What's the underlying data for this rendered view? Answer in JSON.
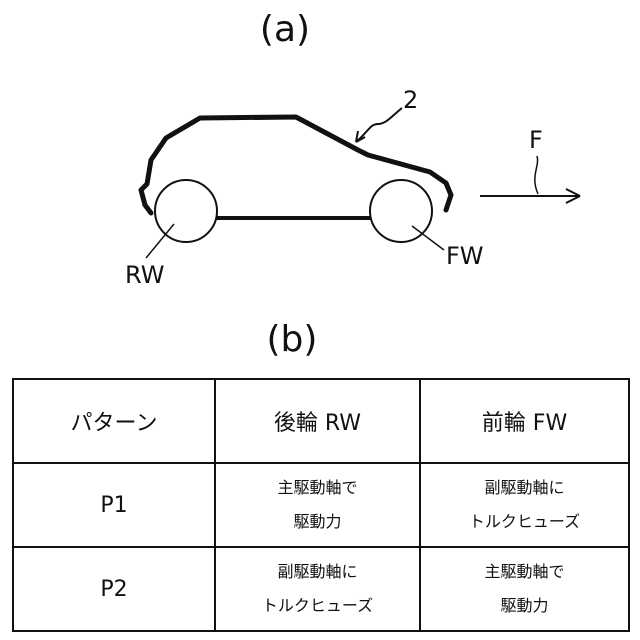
{
  "figure": {
    "label_a": "(a)",
    "label_b": "(b)",
    "refs": {
      "vehicle": "2",
      "direction": "F",
      "rear_wheel": "RW",
      "front_wheel": "FW"
    }
  },
  "table": {
    "headers": [
      "パターン",
      "後輪 RW",
      "前輪 FW"
    ],
    "rows": [
      {
        "name": "P1",
        "rear": [
          "主駆動軸で",
          "駆動力"
        ],
        "front": [
          "副駆動軸に",
          "トルクヒューズ"
        ]
      },
      {
        "name": "P2",
        "rear": [
          "副駆動軸に",
          "トルクヒューズ"
        ],
        "front": [
          "主駆動軸で",
          "駆動力"
        ]
      }
    ]
  },
  "colors": {
    "line": "#111111",
    "background": "#ffffff"
  }
}
